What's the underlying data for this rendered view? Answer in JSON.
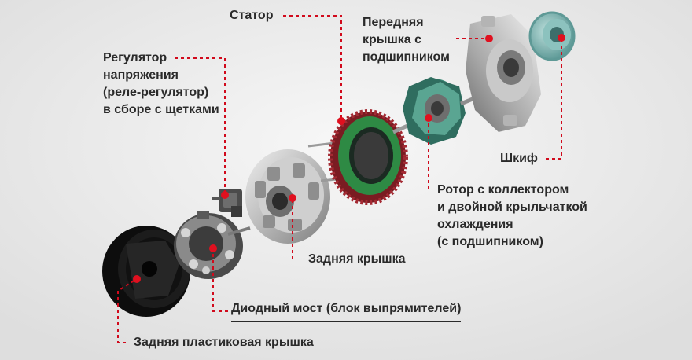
{
  "labels": {
    "stator": "Статор",
    "front_cover": [
      "Передняя",
      "крышка с",
      "подшипником"
    ],
    "regulator": [
      "Регулятор",
      "напряжения",
      "(реле-регулятор)",
      "в сборе с щетками"
    ],
    "pulley": "Шкиф",
    "rotor": [
      "Ротор с коллектором",
      "и двойной крыльчаткой",
      "охлаждения",
      "(с подшипником)"
    ],
    "rear_cover": "Задняя крышка",
    "diode_bridge": "Диодный мост (блок выпрямителей)",
    "rear_plastic_cover": "Задняя пластиковая крышка"
  },
  "colors": {
    "leader": "#d10a1c",
    "text": "#2a2a2a",
    "pulley": "#7fb3b0",
    "stator_winding": "#8a1d24",
    "stator_laminations": "#2e8a44",
    "rotor_fan": "#3f8a78"
  }
}
